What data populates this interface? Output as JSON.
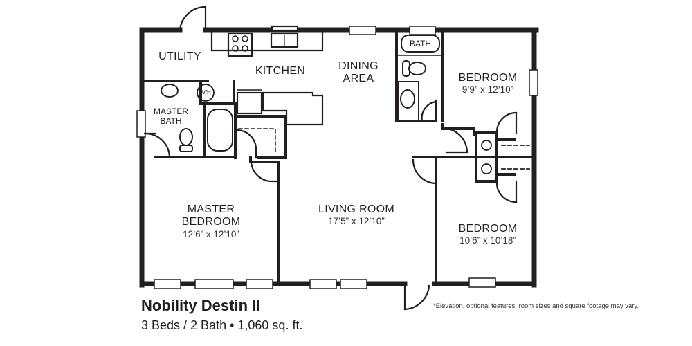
{
  "plan": {
    "name": "Nobility Destin II",
    "summary": "3 Beds / 2 Bath • 1,060 sq. ft.",
    "disclaimer": "*Elevation, optional features, room sizes and square footage may vary."
  },
  "rooms": {
    "utility": {
      "label": "UTILITY"
    },
    "kitchen": {
      "label": "KITCHEN"
    },
    "dining": {
      "label_line1": "DINING",
      "label_line2": "AREA"
    },
    "master_bath": {
      "label_line1": "MASTER",
      "label_line2": "BATH"
    },
    "bath": {
      "label": "BATH"
    },
    "bedroom_upper": {
      "label": "BEDROOM",
      "dimensions": "9’9” x 12’10”"
    },
    "master_bedroom": {
      "label_line1": "MASTER",
      "label_line2": "BEDROOM",
      "dimensions": "12’6” x 12’10”"
    },
    "living_room": {
      "label": "LIVING ROOM",
      "dimensions": "17’5” x 12’10”"
    },
    "bedroom_lower": {
      "label": "BEDROOM",
      "dimensions": "10’6” x 10’18”"
    }
  },
  "fixtures": {
    "water_heater": "W/H"
  },
  "colors": {
    "wall": "#231f20",
    "background": "#ffffff"
  }
}
